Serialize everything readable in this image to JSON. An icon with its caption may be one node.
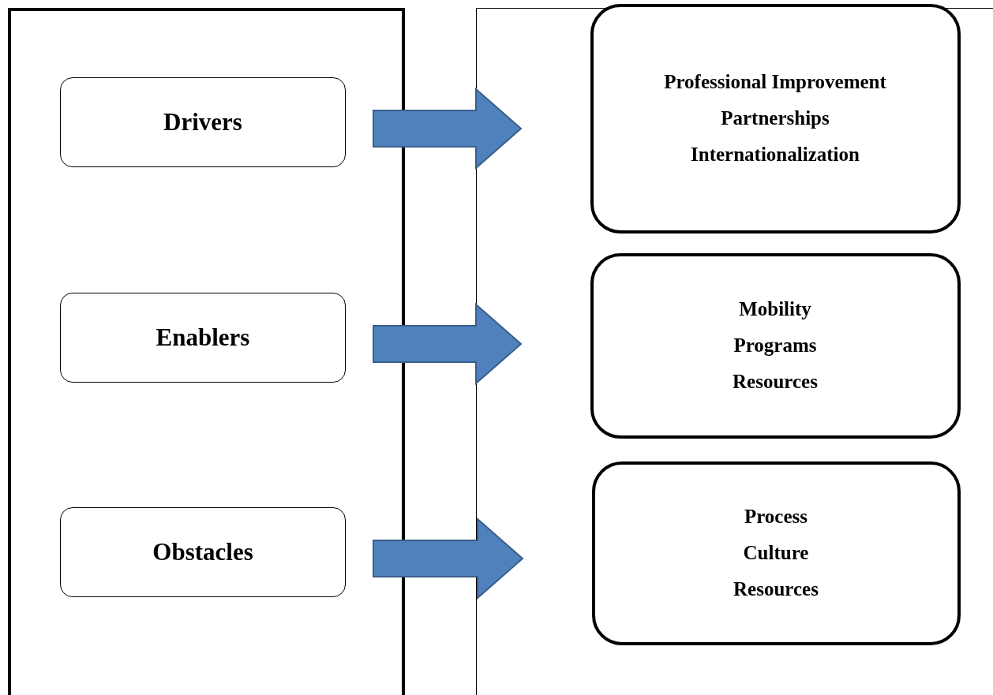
{
  "diagram": {
    "nodes": [
      {
        "text": [],
        "shape": "box"
      },
      {
        "text": [],
        "shape": "box"
      },
      {
        "text": [
          "Drivers"
        ],
        "in": 0
      },
      {
        "text": [
          "Enablers"
        ],
        "in": 0
      },
      {
        "text": [
          "Obstacles"
        ],
        "in": 0
      },
      {
        "text": [
          "Professional Improvement",
          "Partnerships",
          "Internationalization"
        ],
        "in": 1
      },
      {
        "text": [
          "Mobility",
          "Programs",
          "Resources"
        ],
        "in": 1
      },
      {
        "text": [
          "Process",
          "Culture",
          "Resources"
        ],
        "in": 1
      }
    ],
    "edges": [
      {
        "from": 2,
        "to": 5,
        "arrow": "to",
        "style": "thick",
        "color": "#4f81bd"
      },
      {
        "from": 3,
        "to": 6,
        "arrow": "to",
        "style": "thick",
        "color": "#4f81bd"
      },
      {
        "from": 4,
        "to": 7,
        "arrow": "to",
        "style": "thick",
        "color": "#4f81bd"
      }
    ]
  }
}
